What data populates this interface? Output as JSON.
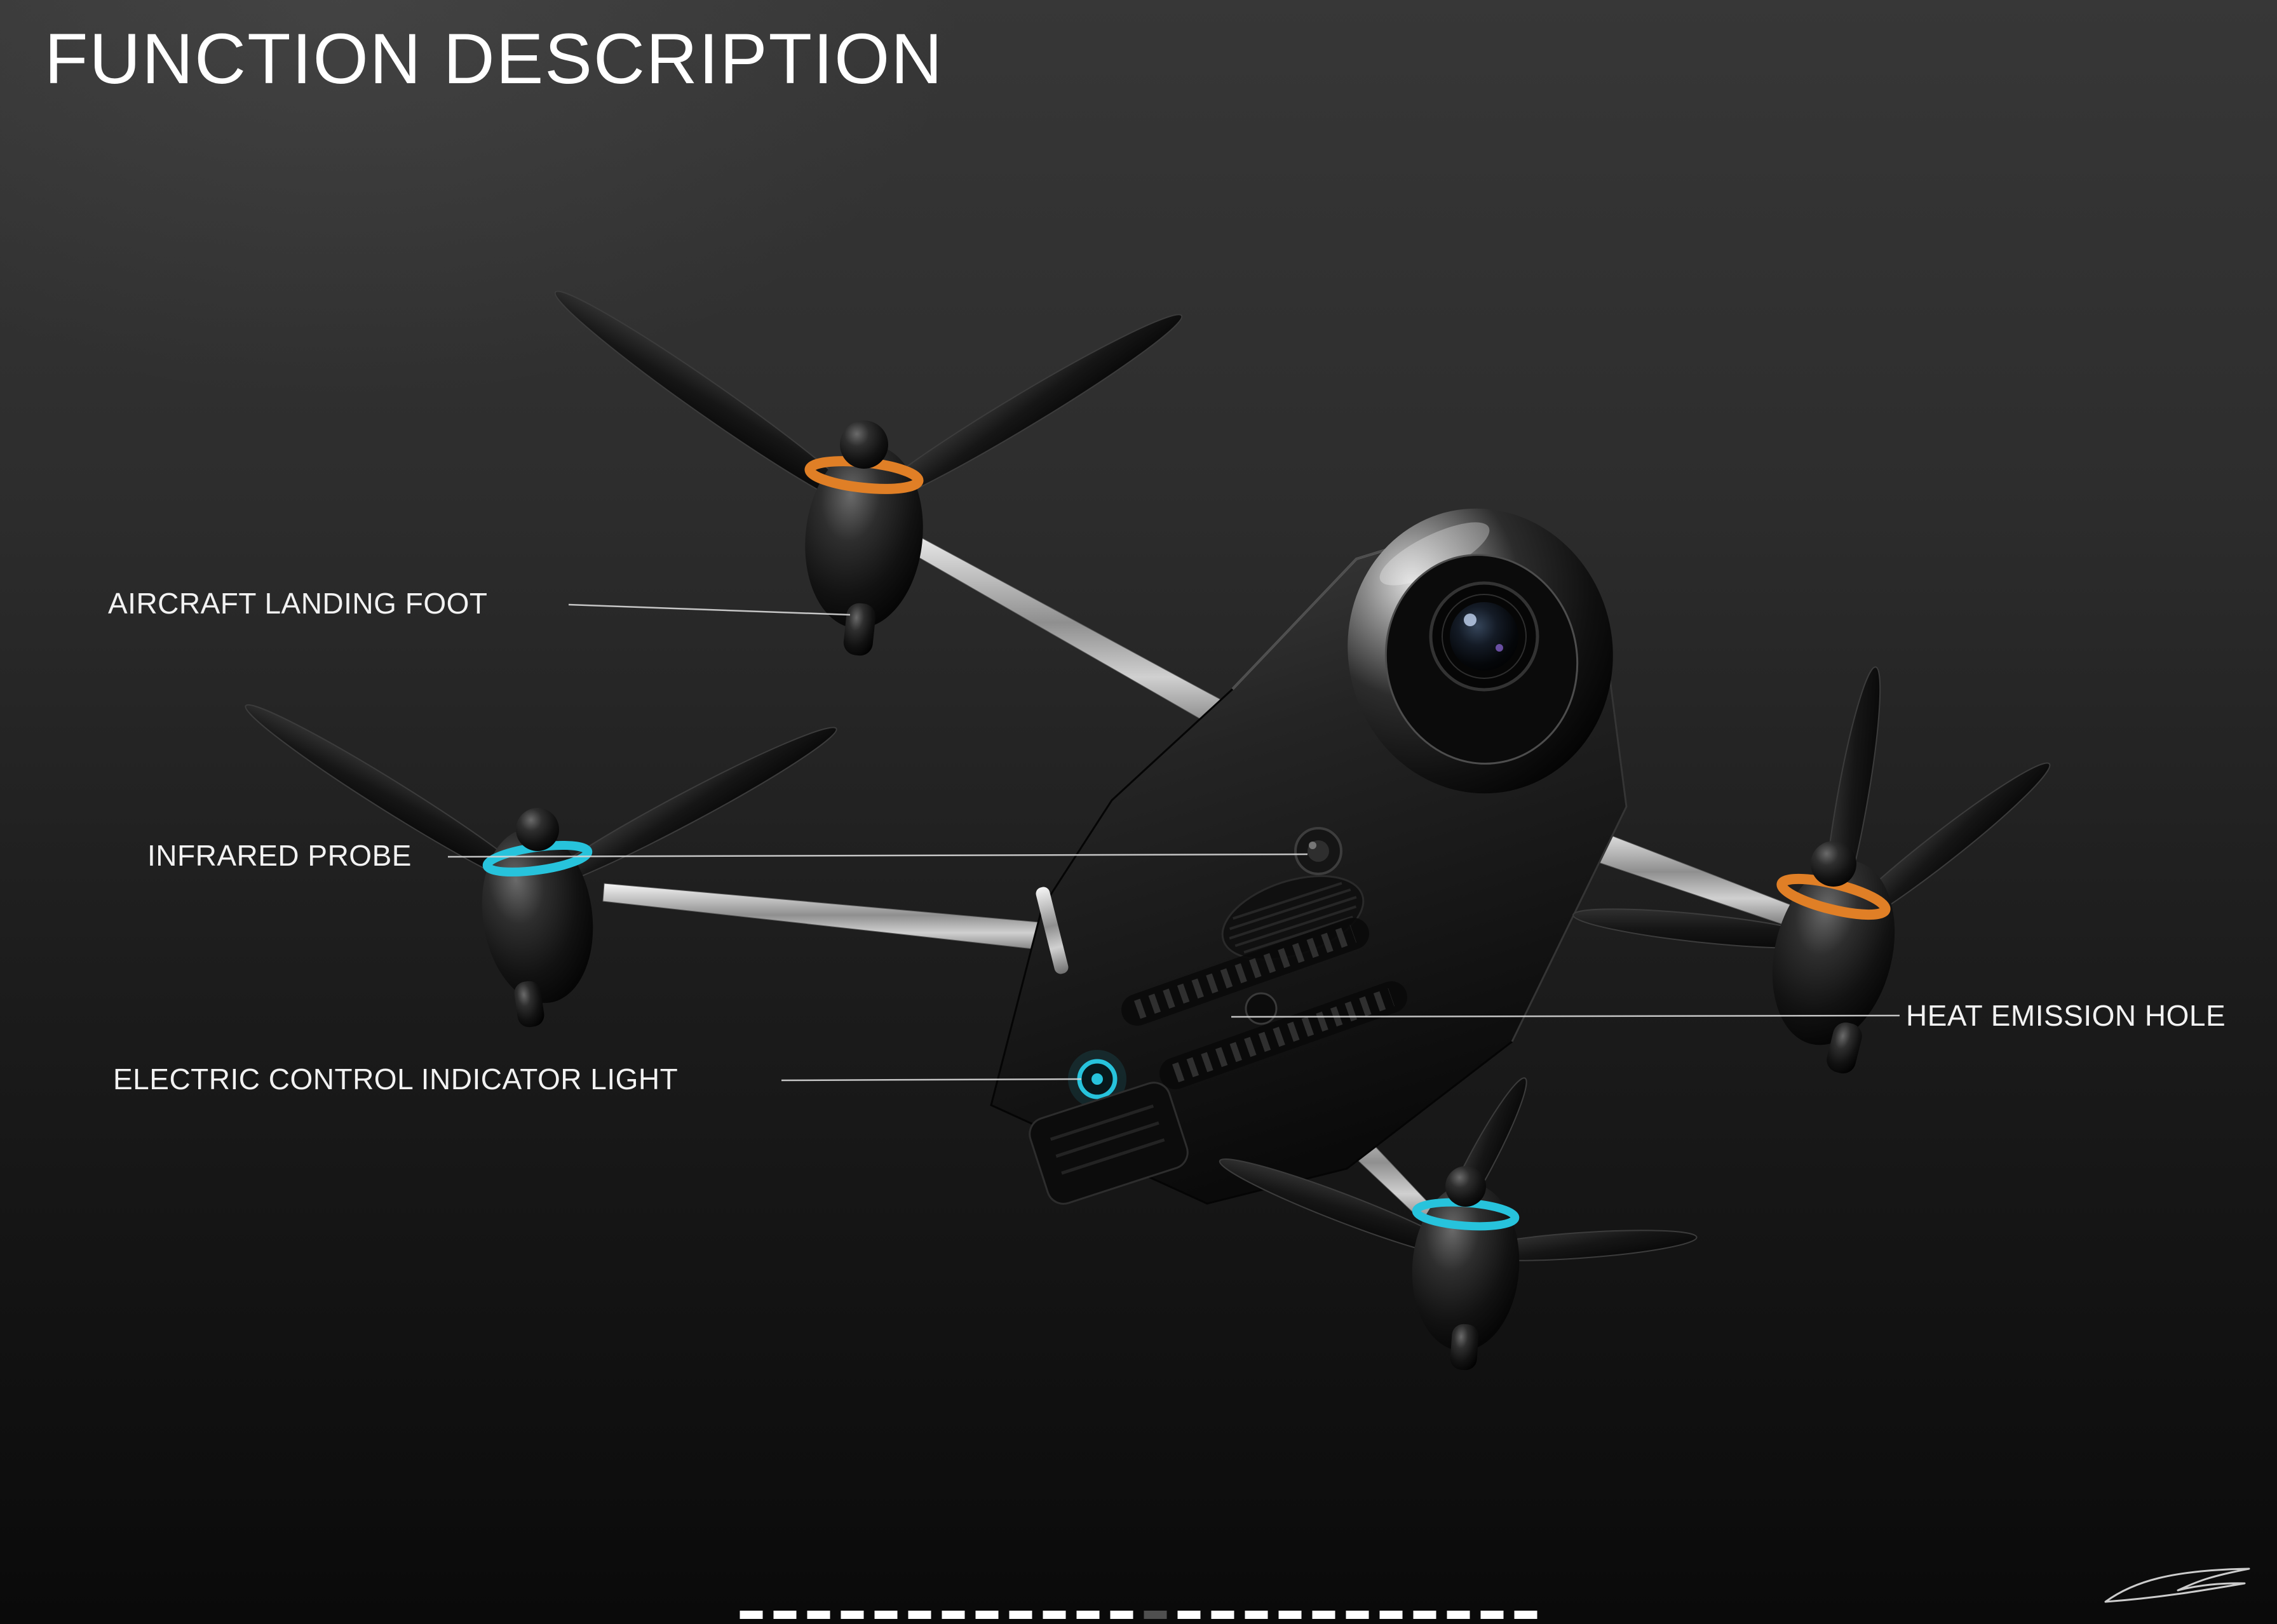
{
  "page": {
    "title": "FUNCTION DESCRIPTION"
  },
  "callouts": [
    {
      "id": "aircraft-landing-foot",
      "label": "AIRCRAFT LANDING FOOT"
    },
    {
      "id": "infrared-probe",
      "label": "INFRARED PROBE"
    },
    {
      "id": "electric-control-indicator-light",
      "label": "ELECTRIC CONTROL INDICATOR LIGHT"
    },
    {
      "id": "heat-emission-hole",
      "label": "HEAT EMISSION HOLE"
    }
  ],
  "drone": {
    "name": "quadcopter-drone-illustration",
    "accent_colors": {
      "orange": "#e07f26",
      "cyan": "#27c3dc"
    }
  },
  "footer": {
    "dashes": {
      "count": 24,
      "inactive_index": 12,
      "active_color": "#ffffff",
      "inactive_color": "#4f4f4f"
    },
    "logo_icon": "swoosh-wing-logo"
  }
}
